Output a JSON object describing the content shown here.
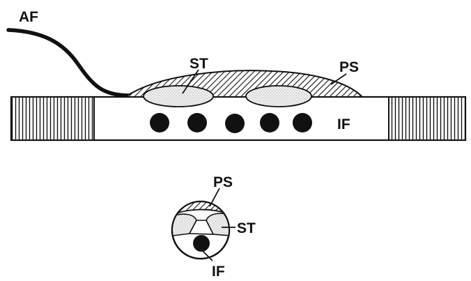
{
  "labels": {
    "af": "AF",
    "st": "ST",
    "ps": "PS",
    "if": "IF"
  },
  "cross_section": {
    "labels": {
      "ps": "PS",
      "st": "ST",
      "if": "IF"
    }
  },
  "colors": {
    "ink": "#111111",
    "background": "#ffffff",
    "stipple": "#e6e6e6"
  }
}
